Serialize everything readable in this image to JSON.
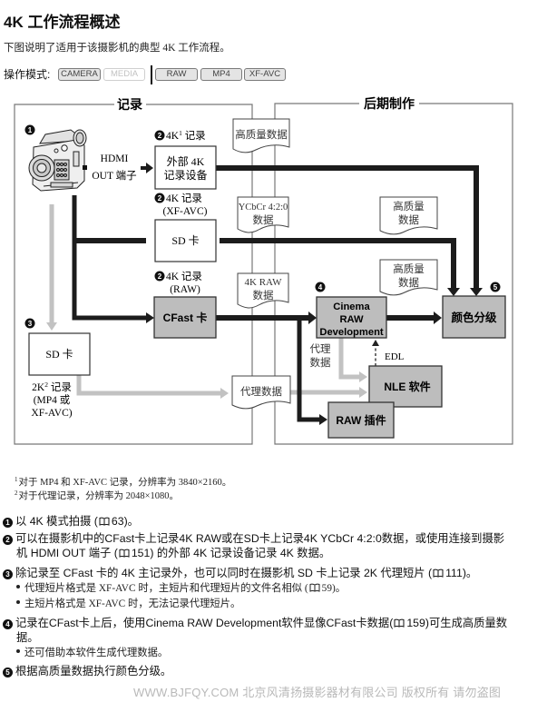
{
  "page": {
    "title": "4K 工作流程概述",
    "subtitle": "下图说明了适用于该摄影机的典型 4K 工作流程。"
  },
  "mode_bar": {
    "label": "操作模式:",
    "buttons": [
      {
        "label": "CAMERA",
        "state": "active"
      },
      {
        "label": "MEDIA",
        "state": "inactive"
      },
      {
        "label": "RAW",
        "state": "active"
      },
      {
        "label": "MP4",
        "state": "active"
      },
      {
        "label": "XF-AVC",
        "state": "active"
      }
    ]
  },
  "diagram": {
    "section_record": "记录",
    "section_post": "后期制作",
    "badges": [
      "1",
      "2",
      "3",
      "4",
      "5"
    ],
    "hdmi": {
      "line1": "HDMI",
      "line2": "OUT 端子"
    },
    "ext_recording": {
      "label_pre": "4K",
      "label_sup": "1",
      "label_post": " 记录",
      "box_line1": "外部 4K",
      "box_line2": "记录设备"
    },
    "sd_xfavc": {
      "label_line1": "4K 记录",
      "label_line2": "(XF-AVC)",
      "box": "SD 卡"
    },
    "cfast": {
      "label_line1": "4K 记录",
      "label_line2": "(RAW)",
      "box": "CFast 卡"
    },
    "sd_proxy": {
      "box": "SD 卡",
      "label_pre": "2K",
      "label_sup": "2",
      "label_post": " 记录",
      "label_line2": "(MP4 或",
      "label_line3": "XF-AVC)"
    },
    "cinema_raw": {
      "line1": "Cinema",
      "line2": "RAW",
      "line3": "Development"
    },
    "color_grading": "颜色分级",
    "nle": "NLE 软件",
    "raw_plugin": "RAW 插件",
    "edl": "EDL",
    "proxy_label": {
      "line1": "代理",
      "line2": "数据"
    },
    "data_docs": {
      "hq_top": "高质量数据",
      "ycbcr": {
        "line1": "YCbCr 4:2:0",
        "line2": "数据"
      },
      "raw4k": {
        "line1": "4K RAW",
        "line2": "数据"
      },
      "hq_mid": {
        "line1": "高质量",
        "line2": "数据"
      },
      "hq_low": {
        "line1": "高质量",
        "line2": "数据"
      },
      "proxy": "代理数据"
    }
  },
  "footnotes": [
    {
      "mark": "1",
      "text": "对于 MP4 和 XF-AVC 记录，分辨率为 3840×2160。"
    },
    {
      "mark": "2",
      "text": "对于代理记录，分辨率为 2048×1080。"
    }
  ],
  "steps": [
    {
      "badge": "1",
      "line1": {
        "pre": "以 4K 模式拍摄 (",
        "ref": "63",
        "post": ")。"
      }
    },
    {
      "badge": "2",
      "line1": {
        "text": "可以在摄影机中的CFast卡上记录4K RAW或在SD卡上记录4K YCbCr 4:2:0数据，或使用连接到摄影"
      },
      "line2": {
        "pre": "机 HDMI OUT 端子 (",
        "ref": "151",
        "post": ") 的外部 4K 记录设备记录 4K 数据。"
      }
    },
    {
      "badge": "3",
      "line1": {
        "pre": "除记录至 CFast 卡的 4K 主记录外，也可以同时在摄影机 SD 卡上记录 2K 代理短片 (",
        "ref": "111",
        "post": ")。"
      },
      "bullets": [
        {
          "pre": "代理短片格式是 XF-AVC 时，主短片和代理短片的文件名相似 (",
          "ref": "59",
          "post": ")。"
        },
        {
          "text": "主短片格式是 XF-AVC 时，无法记录代理短片。"
        }
      ]
    },
    {
      "badge": "4",
      "line1": {
        "pre": "记录在CFast卡上后，使用Cinema RAW Development软件显像CFast卡数据(",
        "ref": "159",
        "post": ")可生成高质量数"
      },
      "line2": {
        "text": "据。"
      },
      "bullets": [
        {
          "text": "还可借助本软件生成代理数据。"
        }
      ]
    },
    {
      "badge": "5",
      "line1": {
        "text": "根据高质量数据执行颜色分级。"
      }
    }
  ],
  "watermark": "WWW.BJFQY.COM 北京风清扬摄影器材有限公司 版权所有 请勿盗图",
  "colors": {
    "process_box_fill": "#bdbdbd",
    "main_arrow": "#1c1c1c",
    "proxy_arrow": "#c2c2c2",
    "frame_line": "#777777",
    "watermark": "#b9b9b9"
  }
}
